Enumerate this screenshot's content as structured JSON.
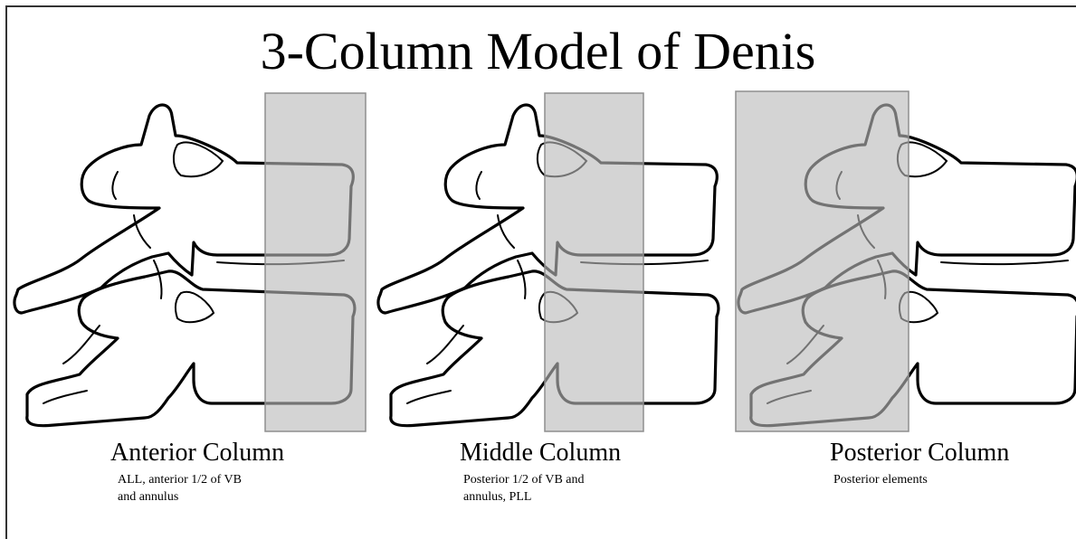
{
  "title": "3-Column Model of Denis",
  "columns": [
    {
      "label": "Anterior Column",
      "description_lines": [
        "ALL, anterior 1/2 of VB",
        "and annulus"
      ]
    },
    {
      "label": "Middle Column",
      "description_lines": [
        "Posterior 1/2 of VB and",
        "annulus, PLL"
      ]
    },
    {
      "label": "Posterior Column",
      "description_lines": [
        "Posterior elements"
      ]
    }
  ],
  "colors": {
    "outline": "#000000",
    "shade": "#b9b9b9",
    "background": "#ffffff"
  }
}
